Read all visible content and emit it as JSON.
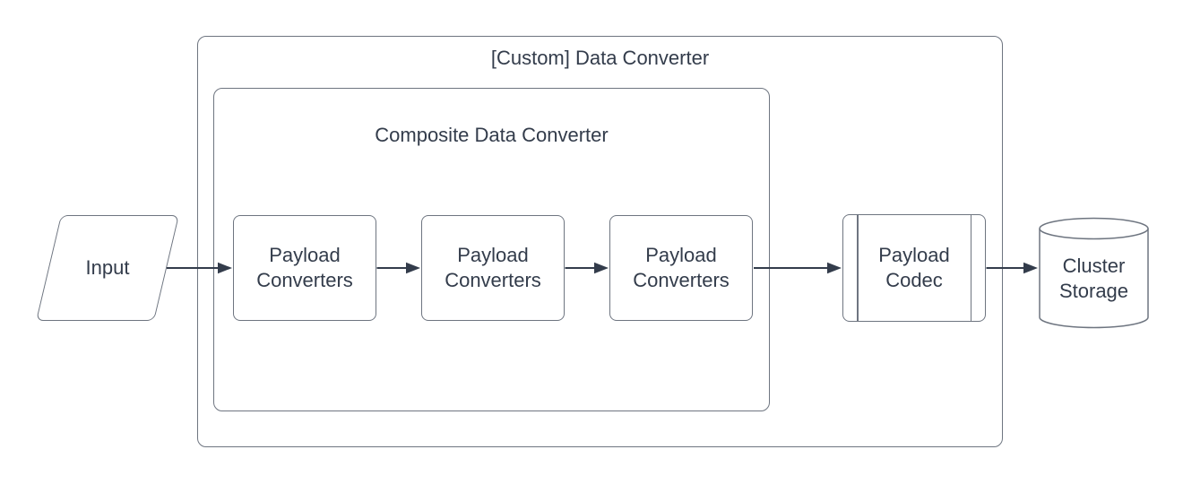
{
  "groups": {
    "custom": {
      "label": "[Custom] Data Converter"
    },
    "composite": {
      "label": "Composite Data Converter"
    }
  },
  "nodes": {
    "input": {
      "label": "Input",
      "shape": "parallelogram"
    },
    "payload_converter_1": {
      "label": "Payload Converters",
      "shape": "rounded-rectangle"
    },
    "payload_converter_2": {
      "label": "Payload Converters",
      "shape": "rounded-rectangle"
    },
    "payload_converter_3": {
      "label": "Payload Converters",
      "shape": "rounded-rectangle"
    },
    "payload_codec": {
      "label": "Payload Codec",
      "shape": "subroutine"
    },
    "cluster_storage": {
      "label": "Cluster Storage",
      "shape": "cylinder"
    }
  },
  "edges": [
    {
      "from": "Input",
      "to": "Payload Converters (1)"
    },
    {
      "from": "Payload Converters (1)",
      "to": "Payload Converters (2)"
    },
    {
      "from": "Payload Converters (2)",
      "to": "Payload Converters (3)"
    },
    {
      "from": "Payload Converters (3)",
      "to": "Payload Codec"
    },
    {
      "from": "Payload Codec",
      "to": "Cluster Storage"
    }
  ],
  "colors": {
    "background": "#ffffff",
    "fill": "#ffffff",
    "border": "#6e7580",
    "text": "#333c4b",
    "arrow": "#333c4b"
  }
}
